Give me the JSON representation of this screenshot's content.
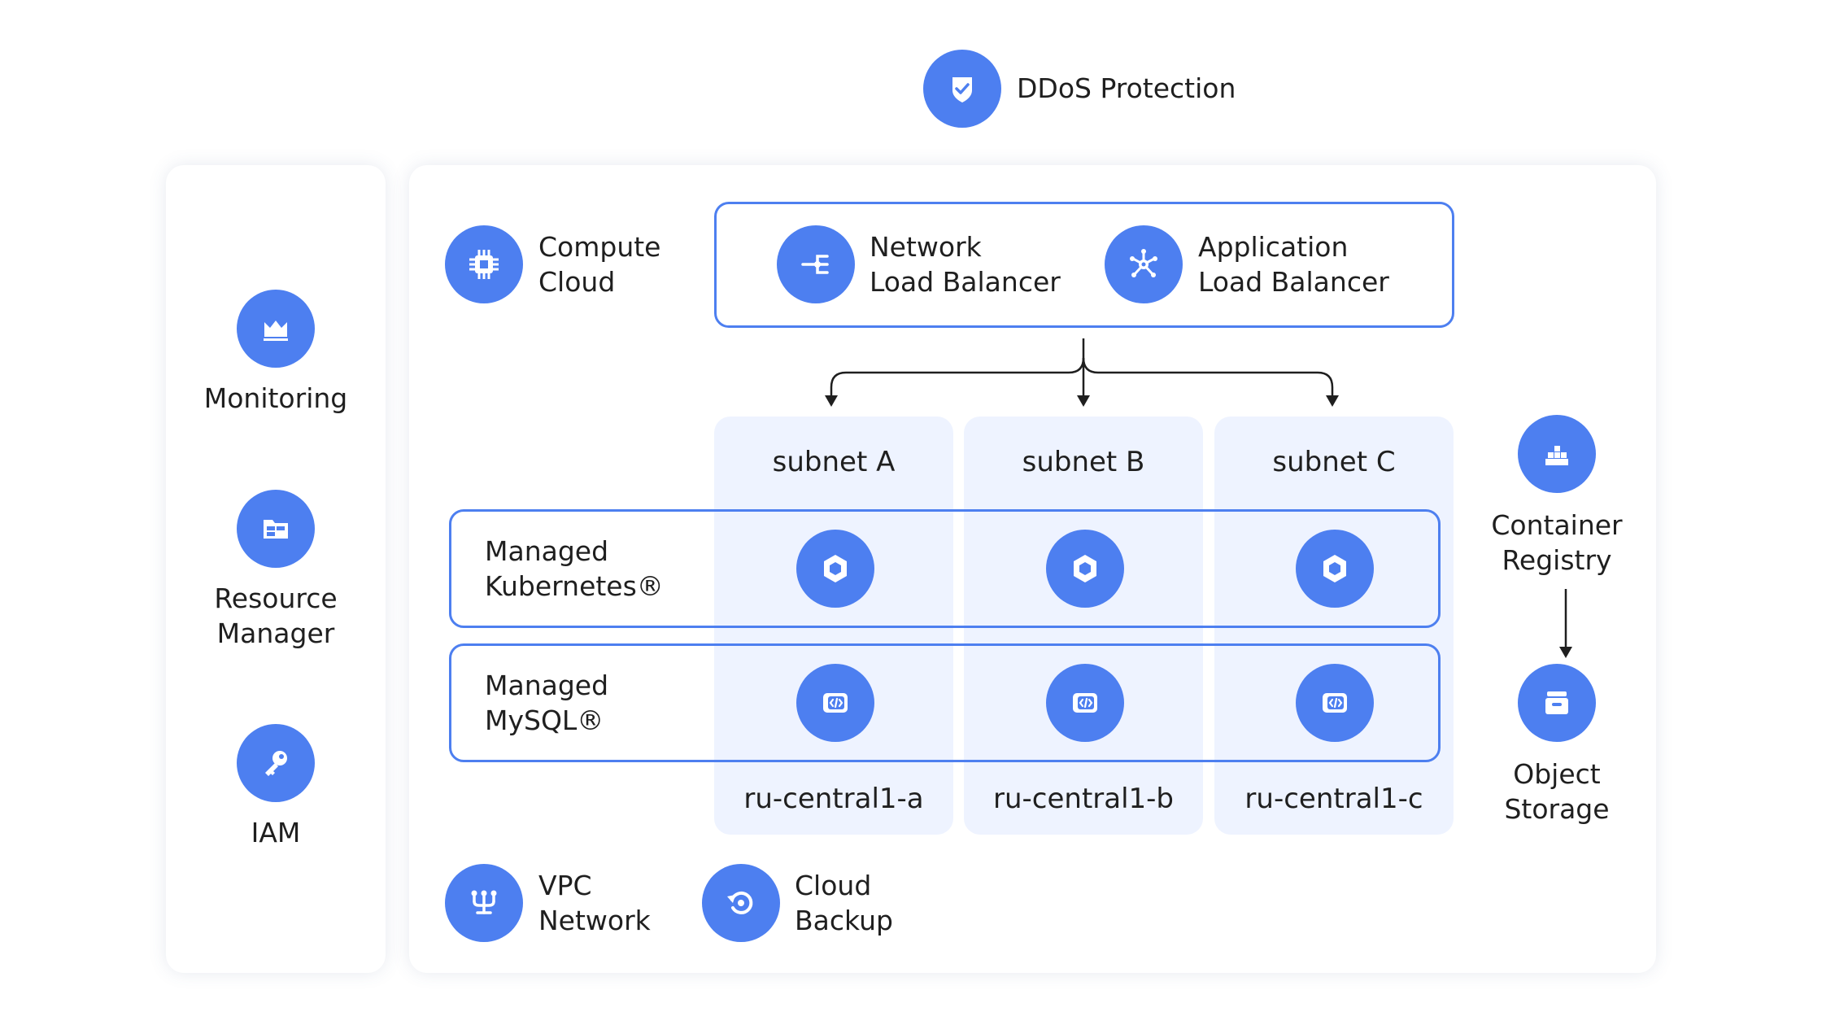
{
  "ddos": {
    "label": "DDoS Protection",
    "icon": "shield-icon"
  },
  "left_panel": {
    "items": [
      {
        "label": "Monitoring",
        "icon": "chart-icon"
      },
      {
        "label": "Resource\nManager",
        "icon": "folder-icon"
      },
      {
        "label": "IAM",
        "icon": "key-icon"
      }
    ]
  },
  "compute": {
    "label": "Compute\nCloud",
    "icon": "chip-icon"
  },
  "balancers": {
    "network": {
      "label": "Network\nLoad Balancer",
      "icon": "network-balancer-icon"
    },
    "application": {
      "label": "Application\nLoad Balancer",
      "icon": "application-balancer-icon"
    }
  },
  "subnets": [
    "subnet A",
    "subnet B",
    "subnet C"
  ],
  "zones": [
    "ru-central1-a",
    "ru-central1-b",
    "ru-central1-c"
  ],
  "services": {
    "kubernetes": {
      "label": "Managed\nKubernetes®",
      "icon": "kubernetes-icon"
    },
    "mysql": {
      "label": "Managed\nMySQL®",
      "icon": "mysql-icon"
    }
  },
  "bottom": {
    "vpc": {
      "label": "VPC\nNetwork",
      "icon": "vpc-icon"
    },
    "backup": {
      "label": "Cloud\nBackup",
      "icon": "backup-icon"
    }
  },
  "right": {
    "registry": {
      "label": "Container\nRegistry",
      "icon": "container-icon"
    },
    "storage": {
      "label": "Object\nStorage",
      "icon": "storage-icon"
    }
  },
  "colors": {
    "accent": "#4d7ff0",
    "column_fill": "#eef3ff",
    "text": "#1f1f1f"
  }
}
